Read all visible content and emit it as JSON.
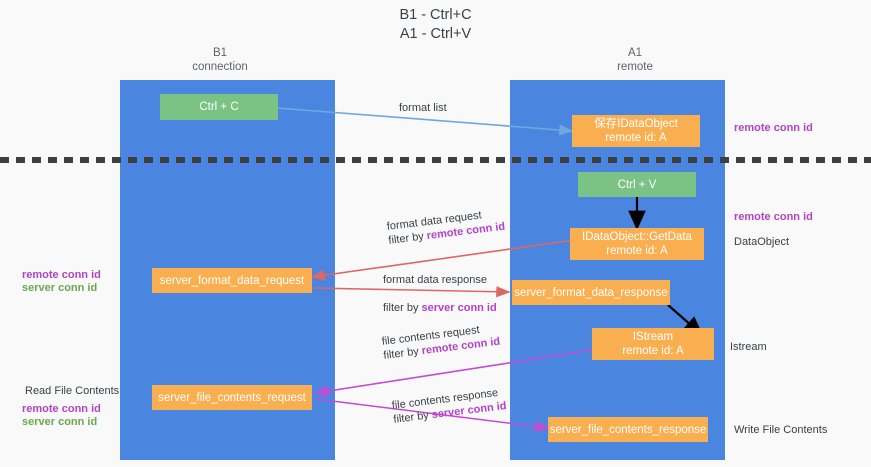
{
  "title": "B1 - Ctrl+C\nA1 - Ctrl+V",
  "columns": [
    {
      "name": "b1",
      "label": "B1\nconnection"
    },
    {
      "name": "a1",
      "label": "A1\nremote"
    }
  ],
  "colors": {
    "lane": "#4a86e0",
    "green_node": "#7bc384",
    "orange_node": "#f9ae50",
    "purple_text": "#b343c6",
    "green_text": "#6aa84f",
    "blue_arrow": "#6fa8dc",
    "red_arrow": "#e06666",
    "magenta_arrow": "#c34bd1",
    "black_arrow": "#000000",
    "background": "#f9f9f9"
  },
  "nodes": {
    "ctrl_c": "Ctrl + C",
    "save_idataobject": "保存IDataObject\nremote id: A",
    "ctrl_v": "Ctrl + V",
    "getdata": "IDataObject::GetData\nremote id: A",
    "server_format_data_request": "server_format_data_request",
    "server_format_data_response": "server_format_data_response",
    "istream": "IStream\nremote id: A",
    "server_file_contents_request": "server_file_contents_request",
    "server_file_contents_response": "server_file_contents_response"
  },
  "edges": [
    {
      "name": "format-list",
      "line1": "format list",
      "line2": "",
      "filter": ""
    },
    {
      "name": "format-data-request",
      "line1": "format data request",
      "line2": "filter by ",
      "filter": "remote conn id",
      "filter_color": "purple"
    },
    {
      "name": "format-data-response",
      "line1": "format data response",
      "line2": "filter by ",
      "filter": "server conn id",
      "filter_color": "purple"
    },
    {
      "name": "file-contents-request",
      "line1": "file contents request",
      "line2": "filter by ",
      "filter": "remote conn id",
      "filter_color": "purple"
    },
    {
      "name": "file-contents-response",
      "line1": "file contents response",
      "line2": "filter by ",
      "filter": "server conn id",
      "filter_color": "purple"
    }
  ],
  "annotations": {
    "right_remote_conn_id_top": "remote conn id",
    "right_remote_conn_id_mid": "remote conn id",
    "right_dataobject": "DataObject",
    "right_istream": "Istream",
    "right_write_file_contents": "Write File Contents",
    "left_remote_conn_id": "remote conn id",
    "left_server_conn_id": "server conn id",
    "left_read_file_contents": "Read File Contents",
    "left_remote_conn_id_2": "remote conn id",
    "left_server_conn_id_2": "server conn id"
  }
}
